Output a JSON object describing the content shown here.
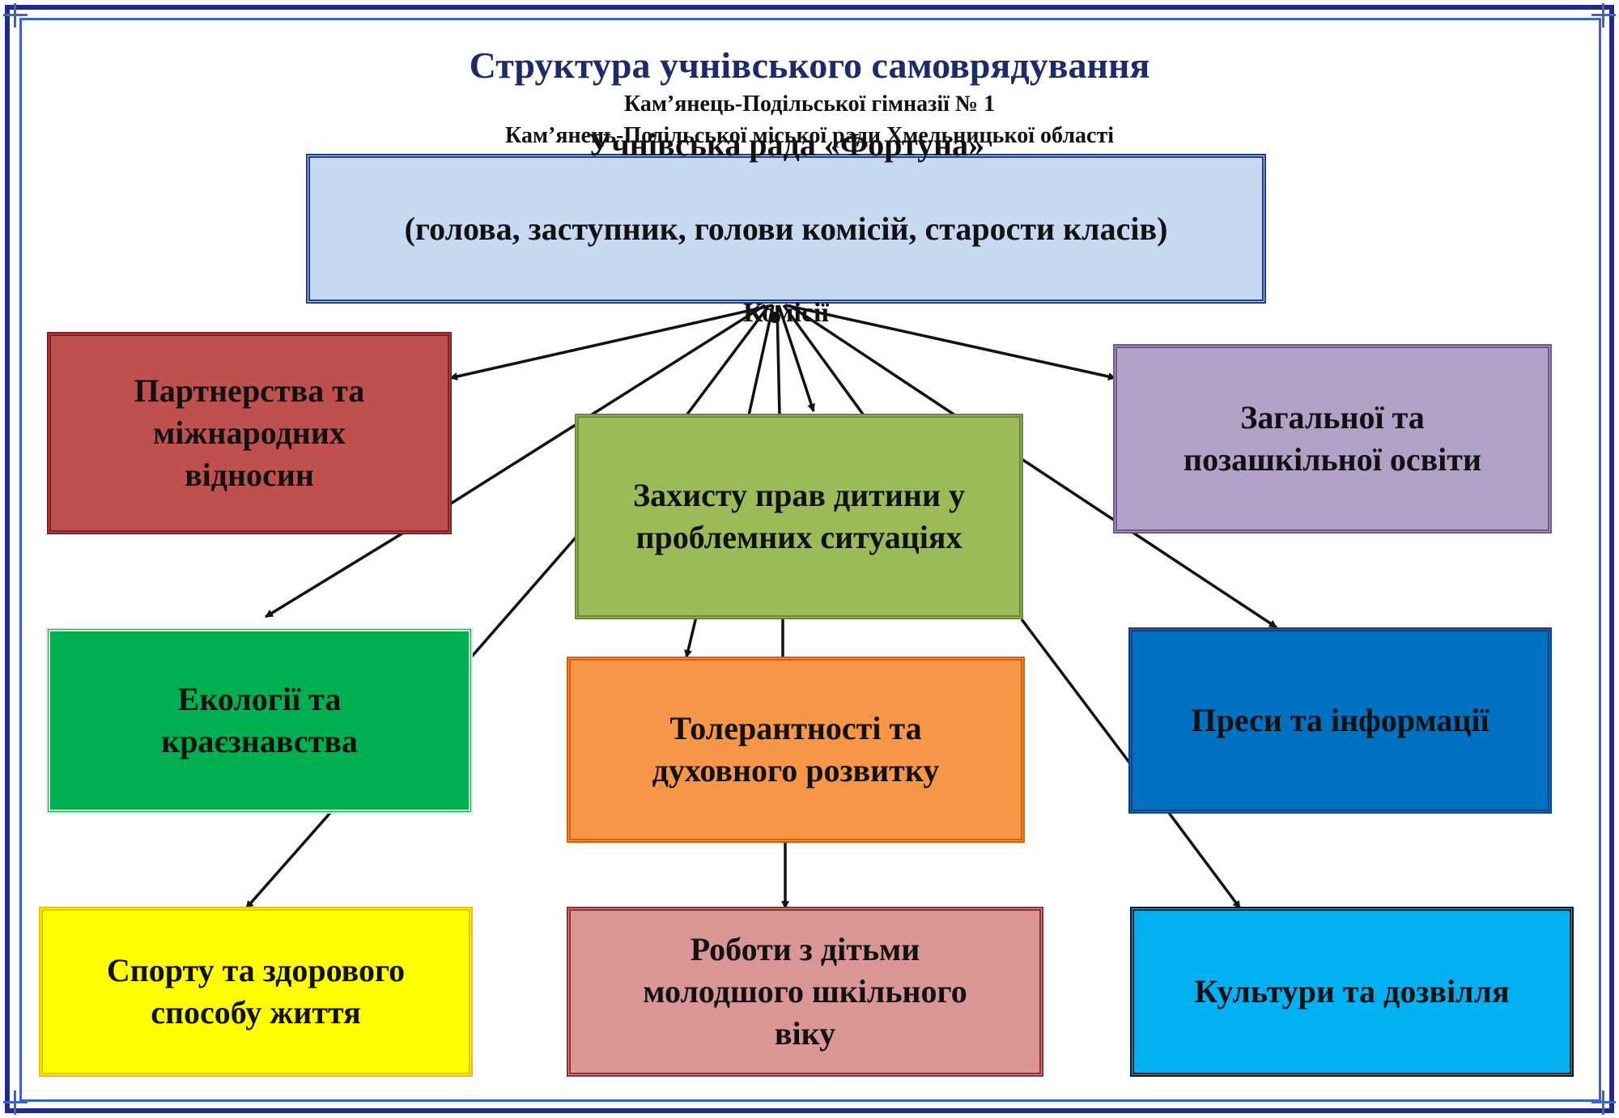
{
  "header": {
    "title": "Структура учнівського самоврядування",
    "subtitle_1": "Кам’янець-Подільської гімназії № 1",
    "subtitle_2": "Кам’янець-Подільської міської ради Хмельницької області"
  },
  "council": {
    "name": "Учнівська рада «Фортуна»",
    "members": "(голова, заступник, голови комісій, старости класів)",
    "commissions_label": "Комісії"
  },
  "commissions": {
    "partnership": "Партнерства та\nміжнародних\nвідносин",
    "education": "Загальної та\nпозашкільної освіти",
    "child_rights": "Захисту прав дитини у\nпроблемних ситуаціях",
    "ecology": "Екології та\nкраєзнавства",
    "tolerance": "Толерантності та\nдуховного розвитку",
    "press": "Преси та інформації",
    "sport": "Спорту та здорового\nспособу життя",
    "juniors": "Роботи з дітьми\nмолодшого шкільного\nвіку",
    "culture": "Культури та дозвілля"
  },
  "colors": {
    "frame": "#1f2a8c",
    "council": "#c6d9f1",
    "partnership": "#c0504d",
    "education": "#b2a1c7",
    "child_rights": "#9bbb59",
    "ecology": "#00b050",
    "tolerance": "#f79646",
    "press": "#0070c0",
    "sport": "#ffff00",
    "juniors": "#d99694",
    "culture": "#00b0f0"
  }
}
